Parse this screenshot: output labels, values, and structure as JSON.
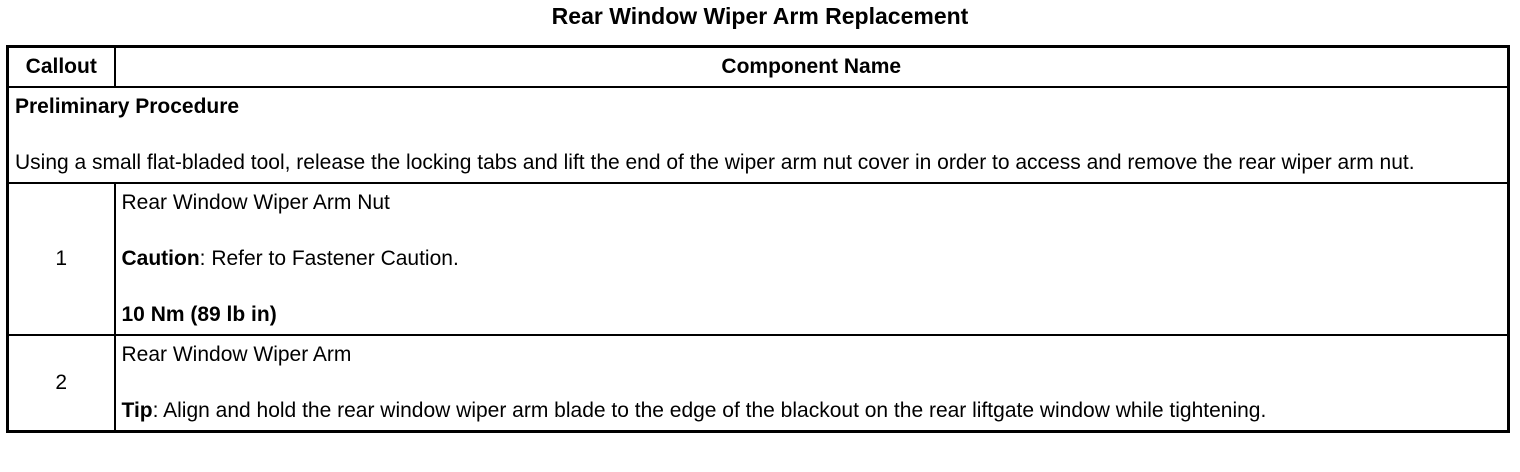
{
  "title": "Rear Window Wiper Arm Replacement",
  "table": {
    "headers": {
      "callout": "Callout",
      "component": "Component Name"
    },
    "preliminary": {
      "heading": "Preliminary Procedure",
      "body": "Using a small flat-bladed tool, release the locking tabs and lift the end of the wiper arm nut cover in order to access and remove the rear wiper arm nut."
    },
    "rows": [
      {
        "callout": "1",
        "component": "Rear Window Wiper Arm Nut",
        "note_label": "Caution",
        "note_text": ": Refer to Fastener Caution.",
        "torque": "10 Nm (89 lb in)"
      },
      {
        "callout": "2",
        "component": "Rear Window Wiper Arm",
        "note_label": "Tip",
        "note_text": ": Align and hold the rear window wiper arm blade to the edge of the blackout on the rear liftgate window while tightening."
      }
    ]
  },
  "colors": {
    "text": "#000000",
    "background": "#ffffff",
    "border": "#000000"
  }
}
